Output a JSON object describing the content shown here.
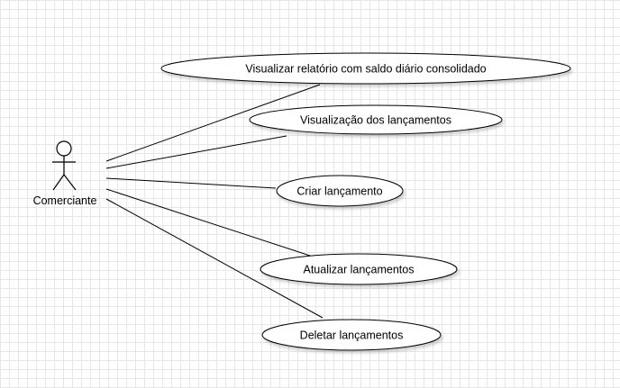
{
  "diagram": {
    "actor": {
      "label": "Comerciante"
    },
    "use_cases": [
      {
        "id": "uc1",
        "label": "Visualizar relatório com saldo diário consolidado"
      },
      {
        "id": "uc2",
        "label": "Visualização dos lançamentos"
      },
      {
        "id": "uc3",
        "label": "Criar lançamento"
      },
      {
        "id": "uc4",
        "label": "Atualizar lançamentos"
      },
      {
        "id": "uc5",
        "label": "Deletar lançamentos"
      }
    ]
  }
}
